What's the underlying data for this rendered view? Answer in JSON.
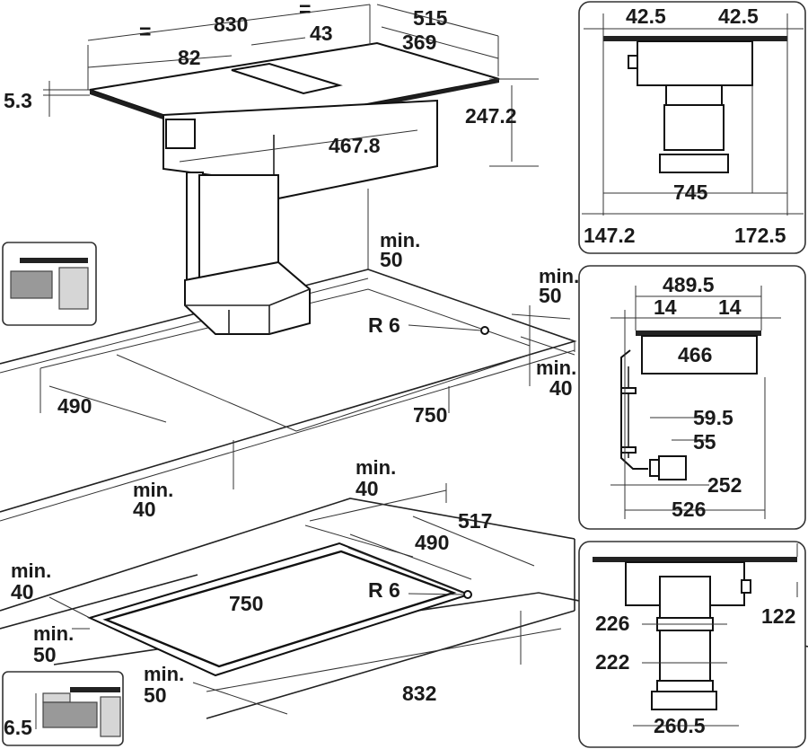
{
  "main": {
    "top_width_equal_left": "=",
    "top_width": "830",
    "top_width_equal_right": "=",
    "top_depth": "515",
    "vent_offset_left": "82",
    "vent_depth_offset": "43",
    "vent_depth": "369",
    "glass_thickness": "5.3",
    "height": "247.2",
    "body_width": "467.8",
    "clearance_top": {
      "min": "min.",
      "value": "50"
    },
    "clearance_right_upper": {
      "min": "min.",
      "value": "50"
    },
    "clearance_right_lower": {
      "min": "min.",
      "value": "40"
    },
    "corner_radius": "R 6",
    "cutout_depth": "490",
    "cutout_width": "750",
    "clearance_front": {
      "min": "min.",
      "value": "40"
    }
  },
  "flush": {
    "clearance_back": {
      "min": "min.",
      "value": "40"
    },
    "rebate_depth": "517",
    "cutout_depth": "490",
    "cutout_width": "750",
    "corner_radius": "R 6",
    "rebate_width": "832",
    "clearance_left": {
      "min": "min.",
      "value": "40"
    },
    "clearance_left_lower": {
      "min": "min.",
      "value": "50"
    },
    "clearance_front": {
      "min": "min.",
      "value": "50"
    },
    "rebate_height": "6.5"
  },
  "panel_front": {
    "margin_left": "42.5",
    "margin_right": "42.5",
    "inner_width": "745",
    "outer_left": "147.2",
    "outer_right": "172.5"
  },
  "panel_side": {
    "total_depth": "489.5",
    "margin_left": "14",
    "margin_right": "14",
    "body_depth": "466",
    "duct_offset_a": "59.5",
    "duct_offset_b": "55",
    "duct_depth": "252",
    "overall_depth": "526"
  },
  "panel_back": {
    "duct_height_a": "226",
    "duct_height_b": "222",
    "outlet_width": "260.5",
    "top_height": "122"
  }
}
